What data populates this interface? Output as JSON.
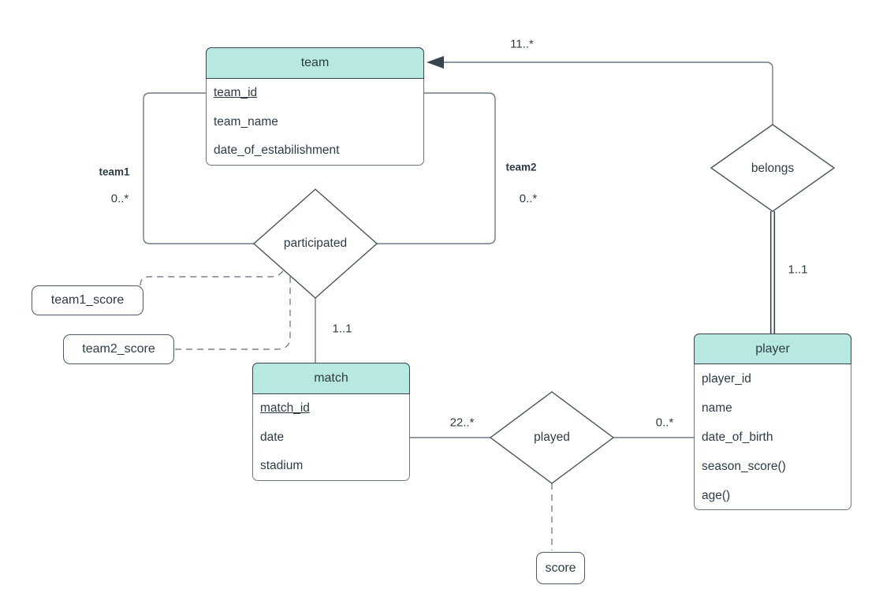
{
  "colors": {
    "header_fill": "#b7e9e0",
    "entity_border": "#6e7780",
    "header_border": "#39444f",
    "connector_line": "#6e7a85",
    "dashed_line": "#78828c",
    "text": "#2d3b45"
  },
  "entities": {
    "team": {
      "title": "team",
      "attributes": [
        {
          "label": "team_id",
          "underline": true
        },
        {
          "label": "team_name",
          "underline": false
        },
        {
          "label": "date_of_estabilishment",
          "underline": false
        }
      ]
    },
    "match": {
      "title": "match",
      "attributes": [
        {
          "label": "match_id",
          "underline": true
        },
        {
          "label": "date",
          "underline": false
        },
        {
          "label": "stadium",
          "underline": false
        }
      ]
    },
    "player": {
      "title": "player",
      "attributes": [
        {
          "label": "player_id",
          "underline": false
        },
        {
          "label": "name",
          "underline": false
        },
        {
          "label": "date_of_birth",
          "underline": false
        },
        {
          "label": "season_score()",
          "underline": false
        },
        {
          "label": "age()",
          "underline": false
        }
      ]
    }
  },
  "relationships": {
    "participated": {
      "label": "participated"
    },
    "belongs": {
      "label": "belongs"
    },
    "played": {
      "label": "played"
    }
  },
  "attribute_nodes": {
    "team1_score": {
      "label": "team1_score"
    },
    "team2_score": {
      "label": "team2_score"
    },
    "score": {
      "label": "score"
    }
  },
  "edge_labels": {
    "belongs_team_cardinality": "11..*",
    "team1_role": "team1",
    "team1_cardinality": "0..*",
    "team2_role": "team2",
    "team2_cardinality": "0..*",
    "participated_match_cardinality": "1..1",
    "match_played_cardinality": "22..*",
    "played_player_cardinality": "0..*",
    "belongs_player_cardinality": "1..1"
  }
}
